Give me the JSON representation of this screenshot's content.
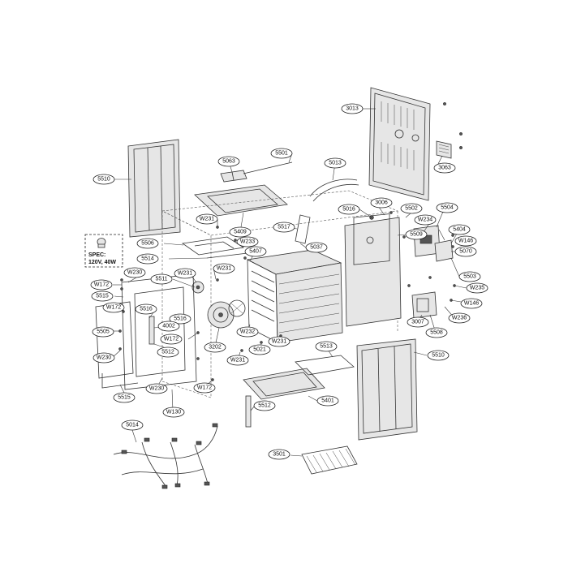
{
  "spec_box": {
    "line1": "SPEC:",
    "line2": "120V, 40W"
  },
  "callouts": [
    "3013",
    "3063",
    "5063",
    "5501",
    "5510",
    "5013",
    "5016",
    "3006",
    "5502",
    "5504",
    "W234",
    "5404",
    "W146",
    "5070",
    "5503",
    "W235",
    "W146",
    "W236",
    "5508",
    "3007",
    "5509",
    "5037",
    "5517",
    "5409",
    "W231",
    "W233",
    "5506",
    "5514",
    "5407",
    "W231",
    "W231",
    "5511",
    "W172",
    "W230",
    "5515",
    "W172",
    "5516",
    "5516",
    "4002",
    "5505",
    "W172",
    "W230",
    "5512",
    "3202",
    "W232",
    "W231",
    "5021",
    "W231",
    "5513",
    "5510",
    "W230",
    "W172",
    "5512",
    "5401",
    "W130",
    "5515",
    "5014",
    "3501"
  ],
  "icons": [
    "lamp-bulb-icon"
  ]
}
